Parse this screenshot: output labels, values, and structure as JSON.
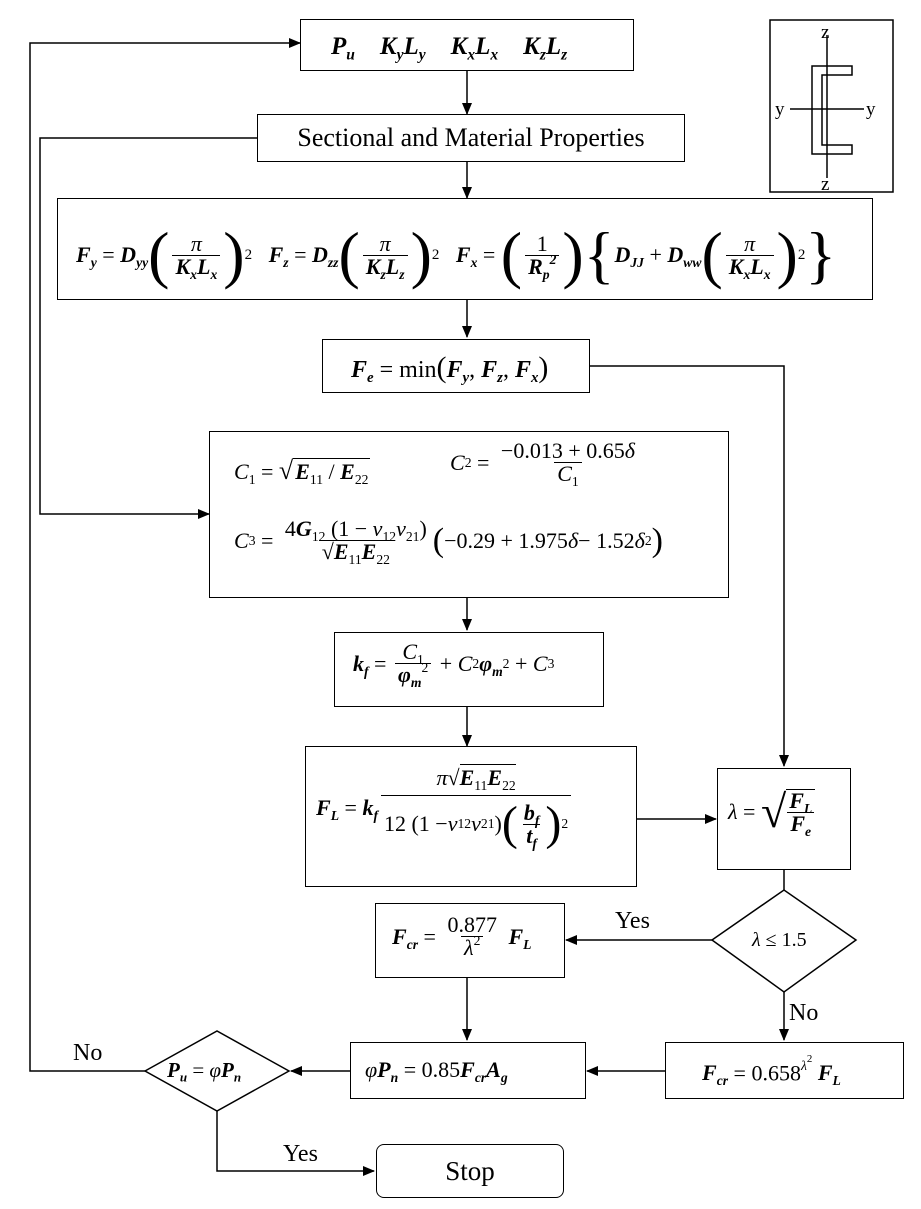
{
  "labels": {
    "section_props": "Sectional and Material Properties",
    "yes_1": "Yes",
    "no_1": "No",
    "no_2": "No",
    "yes_2": "Yes",
    "stop": "Stop"
  },
  "section_icon": {
    "z_top": "z",
    "z_bottom": "z",
    "y_left": "y",
    "y_right": "y"
  },
  "formulas": {
    "inputs": "P_u  K_y L_y  K_x L_x  K_z L_z",
    "buckling": "F_y = D_yy (π / K_x L_x)^2   F_z = D_zz (π / K_z L_z)^2   F_x = (1 / R_p^2){D_JJ + D_ww (π / K_x L_x)^2}",
    "fe": "F_e = min(F_y, F_z, F_x)",
    "c_coeffs": "C_1 = √(E_11 / E_22)   C_2 = (−0.013 + 0.65δ) / C_1   C_3 = 4G_12(1 − ν_12 ν_21) / √(E_11 E_22) (−0.29 + 1.975δ − 1.52δ^2)",
    "kf": "k_f = C_1 / φ_m^2 + C_2 φ_m^2 + C_3",
    "fl": "F_L = k_f π√(E_11 E_22) / 12(1 − ν_12 ν_21)(b_f / t_f)^2",
    "lambda": "λ = √(F_L / F_e)",
    "decision_lambda": "λ ≤ 1.5",
    "fcr_yes": "F_cr = (0.877 / λ^2) F_L",
    "fcr_no": "F_cr = 0.658^(λ^2) F_L",
    "phi_pn": "φP_n = 0.85 F_cr A_g",
    "decision_pu": "P_u = φP_n"
  },
  "colors": {
    "line": "#000000",
    "background": "#ffffff"
  }
}
